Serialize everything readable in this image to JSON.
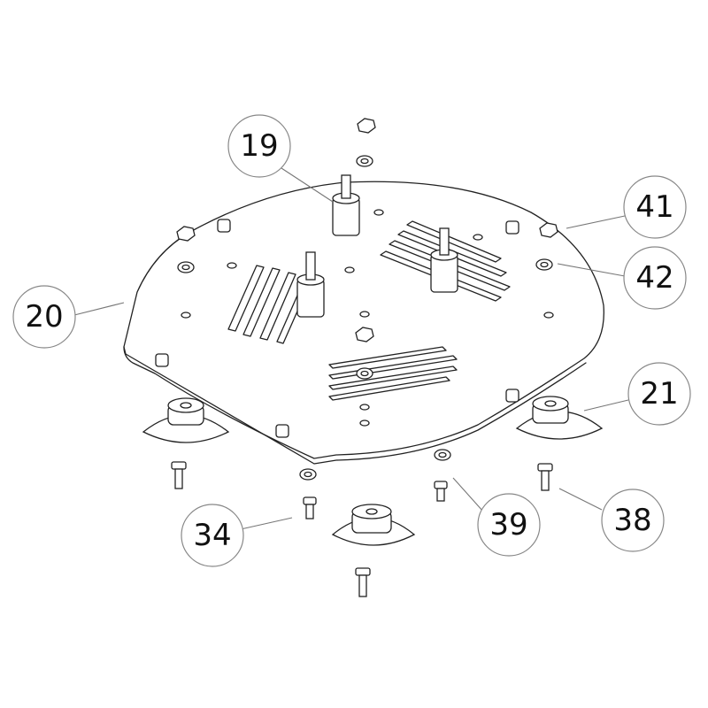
{
  "callouts": {
    "c19": "19",
    "c41": "41",
    "c42": "42",
    "c20": "20",
    "c21": "21",
    "c38": "38",
    "c39": "39",
    "c34": "34"
  }
}
